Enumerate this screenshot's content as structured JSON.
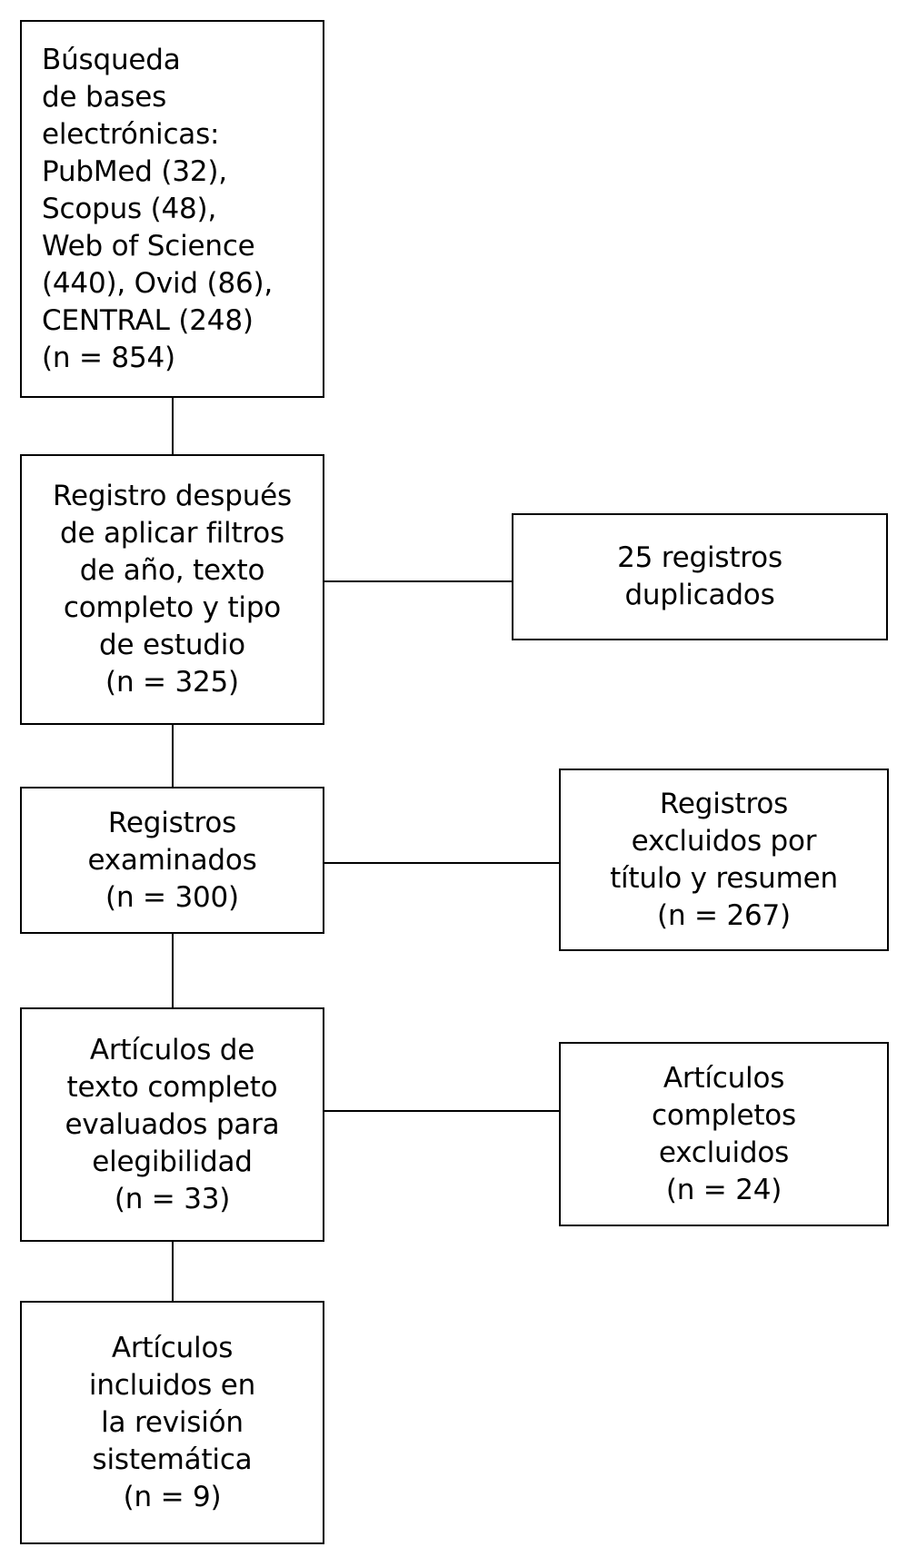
{
  "diagram": {
    "type": "prisma-flow-diagram",
    "language": "es",
    "colors": {
      "background": "#ffffff",
      "border": "#000000",
      "text": "#000000"
    },
    "nodes": {
      "identification": {
        "label": "Búsqueda\nde bases\nelectrónicas:\nPubMed (32),\nScopus (48),\nWeb of Science\n(440), Ovid (86),\nCENTRAL (248)\n(n = 854)",
        "count": 854,
        "sources": [
          {
            "name": "PubMed",
            "count": 32
          },
          {
            "name": "Scopus",
            "count": 48
          },
          {
            "name": "Web of Science",
            "count": 440
          },
          {
            "name": "Ovid",
            "count": 86
          },
          {
            "name": "CENTRAL",
            "count": 248
          }
        ]
      },
      "filtered": {
        "label": "Registro después\nde aplicar filtros\nde año, texto\ncompleto y tipo\nde estudio\n(n = 325)",
        "count": 325
      },
      "screened": {
        "label": "Registros\nexaminados\n(n = 300)",
        "count": 300
      },
      "eligibility": {
        "label": "Artículos de\ntexto completo\nevaluados para\nelegibilidad\n(n = 33)",
        "count": 33
      },
      "included": {
        "label": "Artículos\nincluidos en\nla revisión\nsistemática\n(n = 9)",
        "count": 9
      },
      "duplicates": {
        "label": "25 registros\nduplicados",
        "count": 25
      },
      "excluded_title_abstract": {
        "label": "Registros\nexcluidos por\ntítulo y resumen\n(n = 267)",
        "count": 267
      },
      "excluded_full_text": {
        "label": "Artículos\ncompletos\nexcluidos\n(n = 24)",
        "count": 24
      }
    }
  }
}
